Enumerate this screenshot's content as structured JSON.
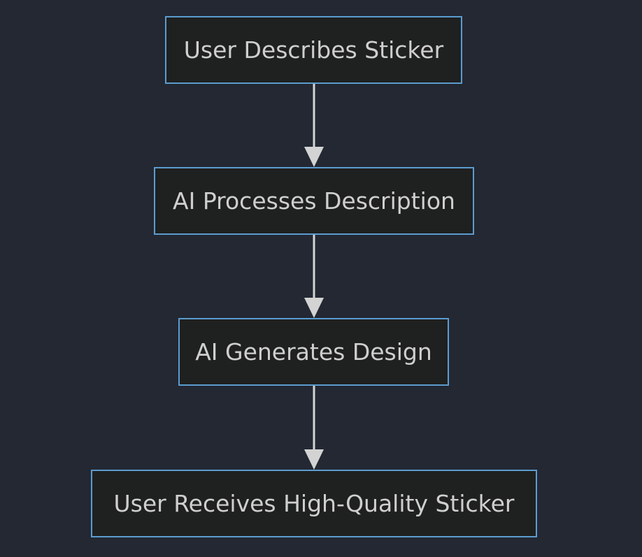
{
  "diagram": {
    "type": "flowchart",
    "direction": "top-to-bottom",
    "colors": {
      "background": "#232833",
      "node_fill": "#1f2020",
      "node_border": "#5b9ccf",
      "text": "#cfcfcf",
      "edge": "#d3d3d3"
    },
    "nodes": [
      {
        "id": "n1",
        "label": "User Describes Sticker"
      },
      {
        "id": "n2",
        "label": "AI Processes Description"
      },
      {
        "id": "n3",
        "label": "AI Generates Design"
      },
      {
        "id": "n4",
        "label": "User Receives High-Quality Sticker"
      }
    ],
    "edges": [
      {
        "from": "n1",
        "to": "n2"
      },
      {
        "from": "n2",
        "to": "n3"
      },
      {
        "from": "n3",
        "to": "n4"
      }
    ]
  }
}
